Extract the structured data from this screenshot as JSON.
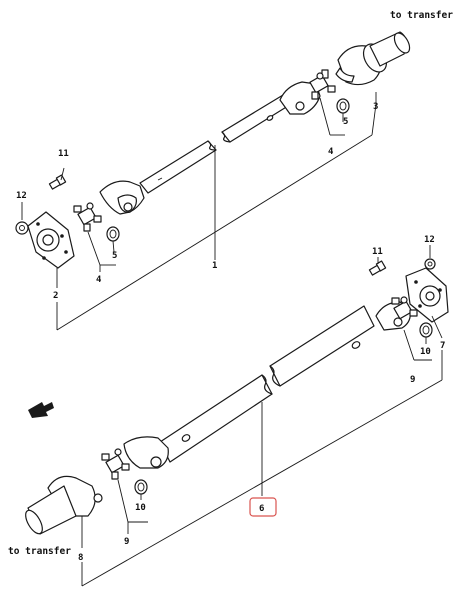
{
  "diagram": {
    "captions": {
      "to_transfer_top": "to transfer",
      "to_transfer_bottom": "to transfer"
    },
    "callouts": {
      "n1": "1",
      "n2": "2",
      "n3": "3",
      "n4a": "4",
      "n4b": "4",
      "n5a": "5",
      "n5b": "5",
      "n6": "6",
      "n7": "7",
      "n8": "8",
      "n9a": "9",
      "n9b": "9",
      "n10a": "10",
      "n10b": "10",
      "n11a": "11",
      "n11b": "11",
      "n12a": "12",
      "n12b": "12"
    },
    "highlight": {
      "callout": "6",
      "color": "#d9534f"
    }
  }
}
